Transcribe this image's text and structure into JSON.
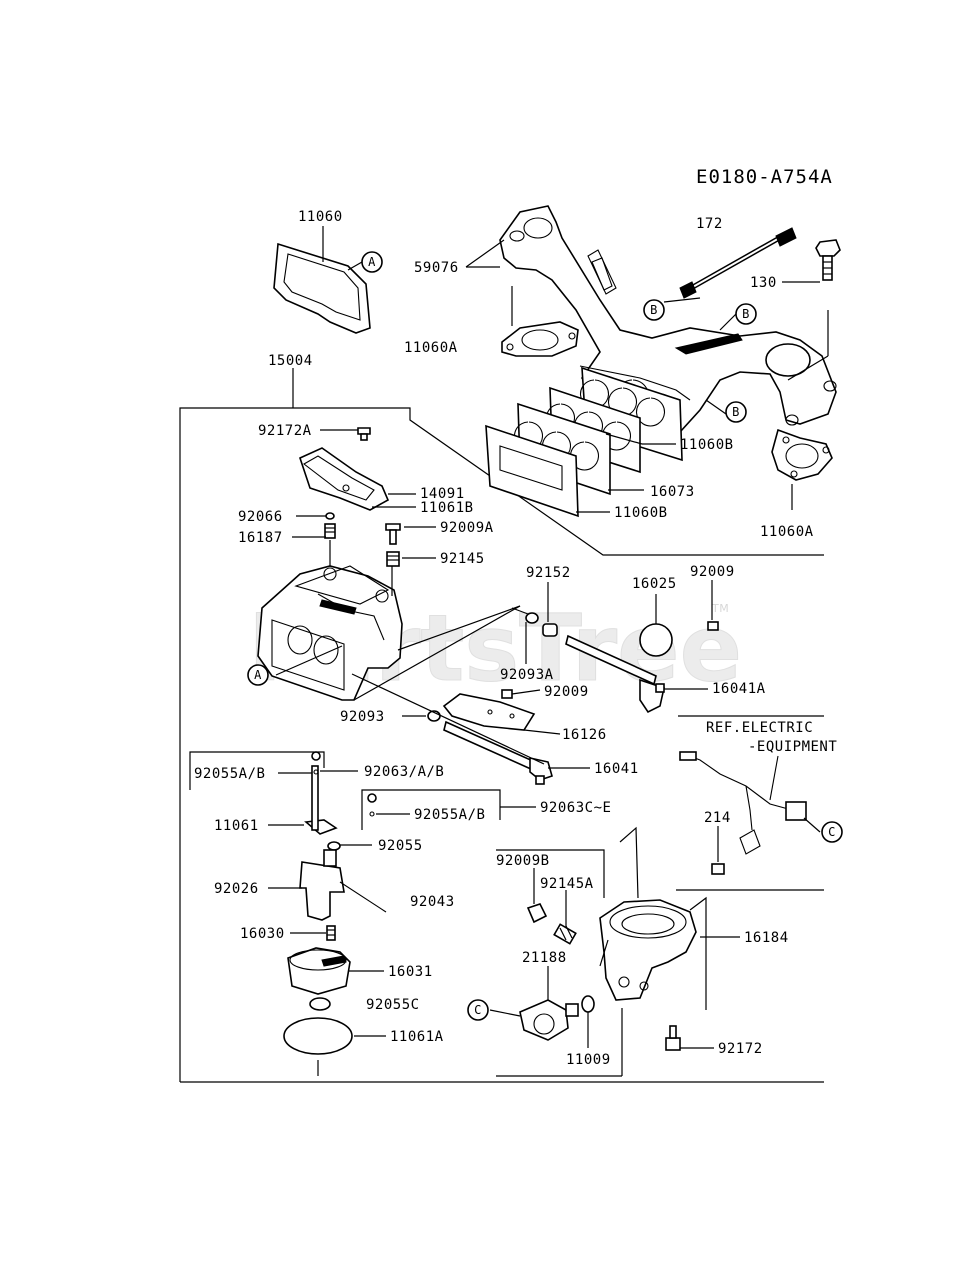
{
  "diagram_id": "E0180-A754A",
  "watermark": {
    "text": "PartsTree",
    "trademark": "TM"
  },
  "callouts": {
    "A": "A",
    "B": "B",
    "C": "C"
  },
  "labels": {
    "p11060": "11060",
    "p172": "172",
    "p59076": "59076",
    "p130": "130",
    "p11060A_top": "11060A",
    "p15004": "15004",
    "p92172A": "92172A",
    "p14091": "14091",
    "p11061B": "11061B",
    "p92066": "92066",
    "p92009A": "92009A",
    "p16187": "16187",
    "p92145": "92145",
    "p11060B_a": "11060B",
    "p16073": "16073",
    "p11060B_b": "11060B",
    "p11060A_right": "11060A",
    "p92152": "92152",
    "p16025": "16025",
    "p92009_right": "92009",
    "p92093A": "92093A",
    "p16041A": "16041A",
    "p92009_mid": "92009",
    "p92093": "92093",
    "p16126": "16126",
    "ref_electric_1": "REF.ELECTRIC",
    "ref_electric_2": "-EQUIPMENT",
    "p92055AB_a": "92055A/B",
    "p92063AB": "92063/A/B",
    "p16041": "16041",
    "p92055AB_b": "92055A/B",
    "p92063CE": "92063C~E",
    "p11061": "11061",
    "p92055": "92055",
    "p214": "214",
    "p92009B": "92009B",
    "p92145A": "92145A",
    "p92026": "92026",
    "p92043": "92043",
    "p16184": "16184",
    "p21188": "21188",
    "p16030": "16030",
    "p16031": "16031",
    "p92055C": "92055C",
    "p11061A": "11061A",
    "p11009": "11009",
    "p92172": "92172"
  }
}
